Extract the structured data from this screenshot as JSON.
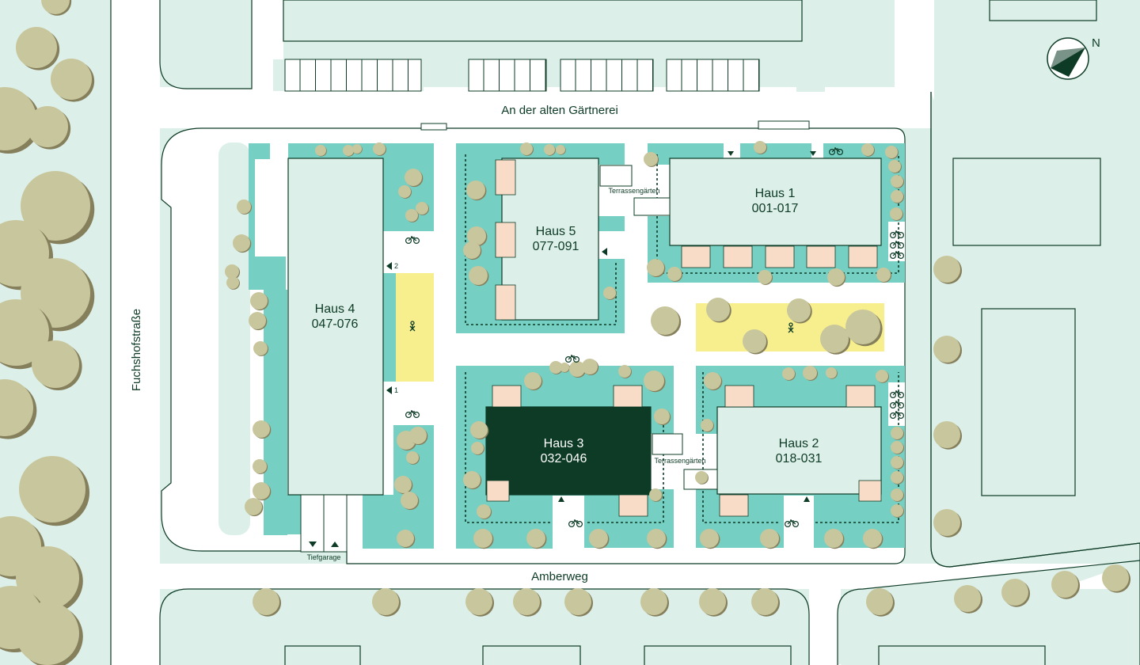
{
  "streets": {
    "north": "An der alten Gärtnerei",
    "south": "Amberweg",
    "west": "Fuchshofstraße"
  },
  "compass": {
    "label": "N"
  },
  "buildings": [
    {
      "id": "haus1",
      "name": "Haus 1",
      "units": "001-017",
      "highlighted": false
    },
    {
      "id": "haus2",
      "name": "Haus 2",
      "units": "018-031",
      "highlighted": false
    },
    {
      "id": "haus3",
      "name": "Haus 3",
      "units": "032-046",
      "highlighted": true
    },
    {
      "id": "haus4",
      "name": "Haus 4",
      "units": "047-076",
      "highlighted": false
    },
    {
      "id": "haus5",
      "name": "Haus 5",
      "units": "077-091",
      "highlighted": false
    }
  ],
  "labels": {
    "terrace_north": "Terrassengärten",
    "terrace_south": "Terrassengärten",
    "garage": "Tiefgarage",
    "entrance_1": "1",
    "entrance_2": "2"
  },
  "icons": [
    "bicycle-icon",
    "playground-icon",
    "entrance-arrow-icon",
    "compass-icon"
  ],
  "colors": {
    "background": "#dcefe8",
    "block": "#ffffff",
    "garden": "#76cfc3",
    "building": "#dcefe8",
    "highlight": "#0d3b26",
    "terrace": "#f9dcc8",
    "playground": "#f7ef8e",
    "tree": "#c8c69c",
    "tree_shadow": "#857f5c",
    "line": "#0d3b26"
  }
}
